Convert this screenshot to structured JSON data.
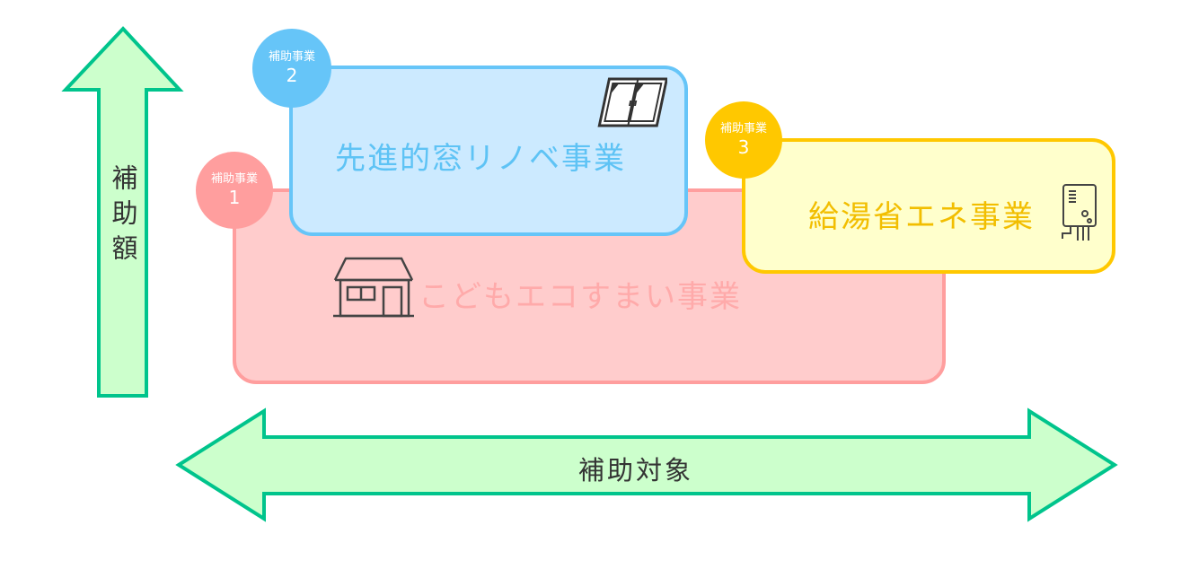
{
  "axes": {
    "vertical_label": "補助額",
    "horizontal_label": "補助対象"
  },
  "programs": [
    {
      "badge_label": "補助事業",
      "badge_number": "1",
      "title": "こどもエコすまい事業",
      "icon": "house-icon",
      "color": "#ff9e9e",
      "fill": "#ffcccc"
    },
    {
      "badge_label": "補助事業",
      "badge_number": "2",
      "title": "先進的窓リノベ事業",
      "icon": "window-icon",
      "color": "#66c5f8",
      "fill": "#cceaff"
    },
    {
      "badge_label": "補助事業",
      "badge_number": "3",
      "title": "給湯省エネ事業",
      "icon": "water-heater-icon",
      "color": "#ffc800",
      "fill": "#ffffcc"
    }
  ],
  "colors": {
    "arrow_fill": "#ccffcc",
    "arrow_stroke": "#00c48c"
  }
}
